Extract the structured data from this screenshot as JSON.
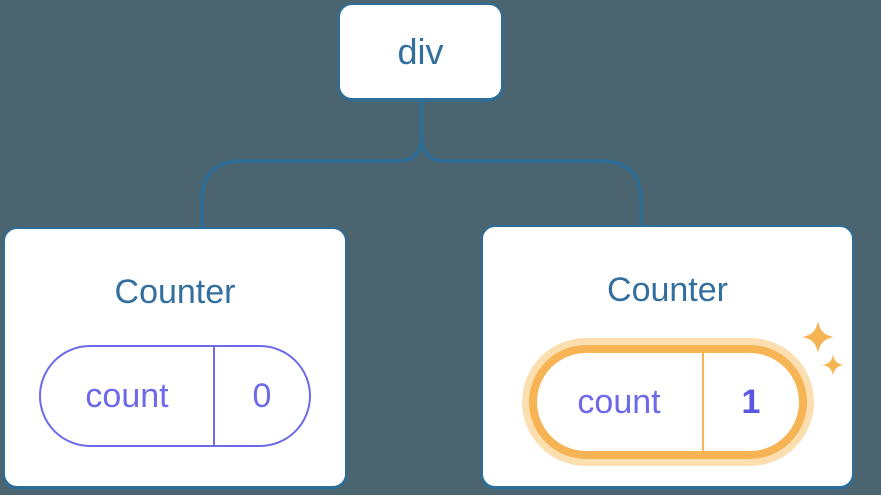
{
  "diagram": {
    "description": "React component tree with state",
    "root": {
      "label": "div"
    },
    "children": [
      {
        "title": "Counter",
        "state": {
          "key": "count",
          "value": "0"
        },
        "highlighted": false
      },
      {
        "title": "Counter",
        "state": {
          "key": "count",
          "value": "1"
        },
        "highlighted": true,
        "badge_icon": "sparkles-icon"
      }
    ]
  },
  "colors": {
    "background": "#4A656F",
    "card_bg": "#FFFFFF",
    "node_border": "#2E6D97",
    "node_text": "#336F9E",
    "state_outline": "#6D69E9",
    "state_text": "#6D69E9",
    "state_value_text": "#5B57E3",
    "highlight": "#F7B455",
    "highlight_glow": "#FBDFB0"
  }
}
